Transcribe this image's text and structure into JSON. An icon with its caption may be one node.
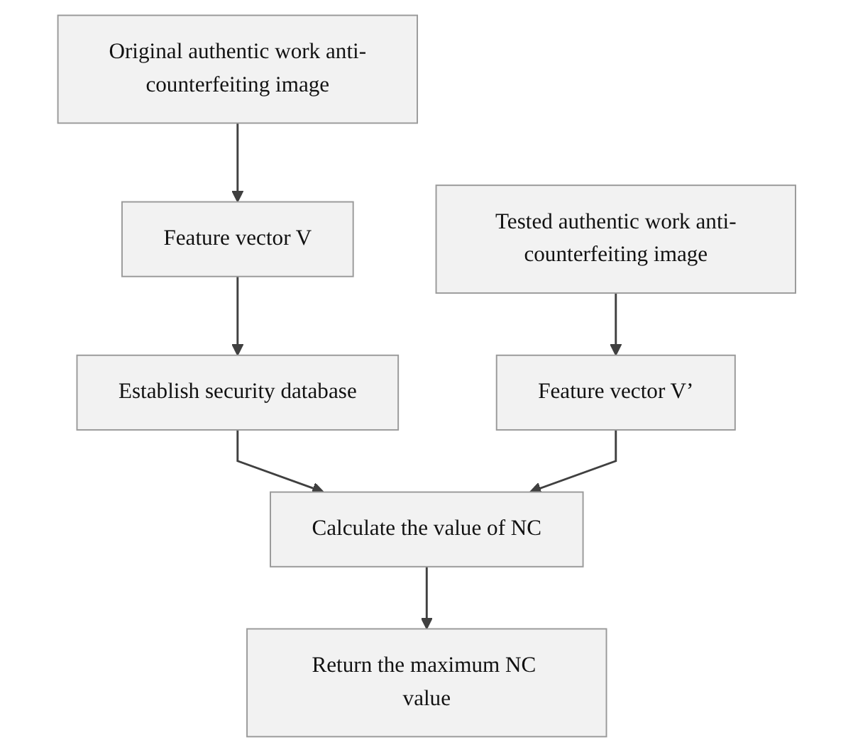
{
  "diagram": {
    "nodes": [
      {
        "text": [
          "Original authentic work anti-counterfeiting image"
        ]
      },
      {
        "text": [
          "Tested authentic work anti-counterfeiting image"
        ]
      },
      {
        "text": [
          "Feature vector V"
        ]
      },
      {
        "text": [
          "Feature vector V’"
        ]
      },
      {
        "text": [
          "Establish security database"
        ]
      },
      {
        "text": [
          "Calculate the value of NC"
        ]
      },
      {
        "text": [
          "Return the maximum NC value"
        ]
      }
    ],
    "edges": [
      {
        "from": 0,
        "to": 2,
        "arrow": "to"
      },
      {
        "from": 2,
        "to": 4,
        "arrow": "to"
      },
      {
        "from": 1,
        "to": 3,
        "arrow": "to"
      },
      {
        "from": 4,
        "to": 5,
        "arrow": "to"
      },
      {
        "from": 3,
        "to": 5,
        "arrow": "to"
      },
      {
        "from": 5,
        "to": 6,
        "arrow": "to"
      }
    ]
  }
}
